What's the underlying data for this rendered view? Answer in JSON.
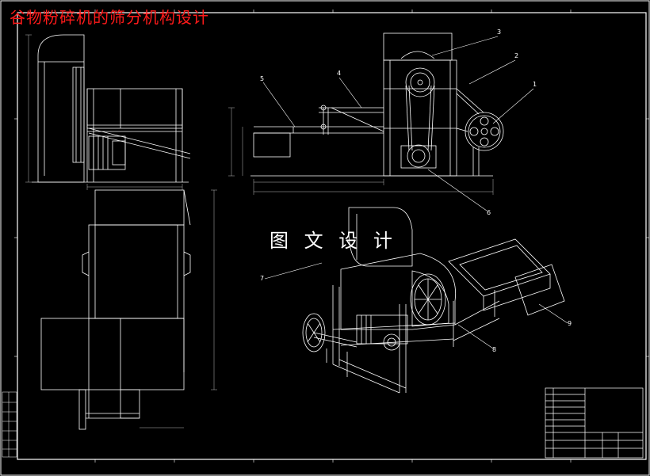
{
  "drawing": {
    "title": "谷物粉碎机的筛分机构设计",
    "watermark": "图 文 设 计",
    "callouts": [
      "1",
      "2",
      "3",
      "4",
      "5",
      "6",
      "7",
      "8",
      "9"
    ],
    "colors": {
      "background": "#000000",
      "lines": "#ffffff",
      "title": "#ff1a1a",
      "dimension": "#bbbbbb"
    }
  }
}
